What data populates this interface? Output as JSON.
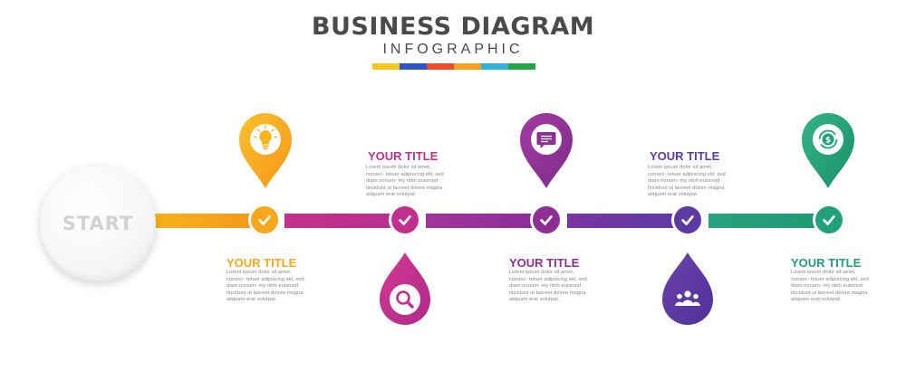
{
  "header": {
    "title": "BUSINESS DIAGRAM",
    "subtitle": "INFOGRAPHIC",
    "color_strip": [
      "#f7c71c",
      "#2a55c9",
      "#ef4b2a",
      "#f3a11d",
      "#2fb3d9",
      "#27a645"
    ]
  },
  "start": {
    "label": "START"
  },
  "steps": [
    {
      "title": "YOUR TITLE",
      "text": "Lorem ipsum dolor sit amet, consec- tetuer adipiscing elit, sed diam nonum- my nibh euismod tincidunt ut laoreet dolore magna aliquam erat volutpat.",
      "color": "#f5a81c",
      "icon": "lightbulb-icon",
      "marker": "pin-top"
    },
    {
      "title": "YOUR TITLE",
      "text": "Lorem ipsum dolor sit amet, consec- tetuer adipiscing elit, sed diam nonum- my nibh euismod tincidunt ut laoreet dolore magna aliquam erat volutpat.",
      "color": "#c2308f",
      "icon": "magnifier-icon",
      "marker": "drop-bottom"
    },
    {
      "title": "YOUR TITLE",
      "text": "Lorem ipsum dolor sit amet, consec- tetuer adipiscing elit, sed diam nonum- my nibh euismod tincidunt ut laoreet dolore magna aliquam erat volutpat.",
      "color": "#8e2f94",
      "icon": "chat-bubble-icon",
      "marker": "pin-top"
    },
    {
      "title": "YOUR TITLE",
      "text": "Lorem ipsum dolor sit amet, consec- tetuer adipiscing elit, sed diam nonum- my nibh euismod tincidunt ut laoreet dolore magna aliquam erat volutpat.",
      "color": "#5c3aa3",
      "icon": "team-icon",
      "marker": "drop-bottom"
    },
    {
      "title": "YOUR TITLE",
      "text": "Lorem ipsum dolor sit amet, consec- tetuer adipiscing elit, sed diam nonum- my nibh euismod tincidunt ut laoreet dolore magna aliquam erat volutpat.",
      "color": "#22a07a",
      "icon": "dollar-cycle-icon",
      "marker": "pin-top"
    }
  ],
  "colors": {
    "check_icon": "#ffffff",
    "title_text": "#4a4a4a",
    "start_text": "#d2d2d2"
  }
}
